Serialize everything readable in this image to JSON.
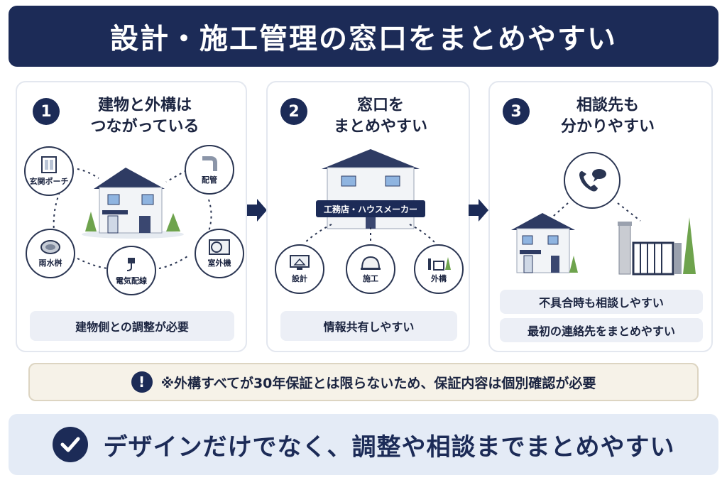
{
  "header": {
    "title": "設計・施工管理の窓口をまとめやすい"
  },
  "steps": [
    {
      "number": "1",
      "title_line1": "建物と外構は",
      "title_line2": "つながっている",
      "nodes": [
        "玄関ポーチ",
        "配管",
        "雨水桝",
        "室外機",
        "電気配線"
      ],
      "pill": "建物側との調整が必要"
    },
    {
      "number": "2",
      "title_line1": "窓口を",
      "title_line2": "まとめやすい",
      "sign": "工務店・ハウスメーカー",
      "nodes": [
        "設計",
        "施工",
        "外構"
      ],
      "pill": "情報共有しやすい"
    },
    {
      "number": "3",
      "title_line1": "相談先も",
      "title_line2": "分かりやすい",
      "pills": [
        "不具合時も相談しやすい",
        "最初の連絡先をまとめやすい"
      ]
    }
  ],
  "note": {
    "icon": "!",
    "text": "※外構すべてが30年保証とは限らないため、保証内容は個別確認が必要"
  },
  "footer": {
    "text": "デザインだけでなく、調整や相談までまとめやすい"
  },
  "colors": {
    "navy": "#1c2b57",
    "pill": "#eceff6",
    "note_bg": "#f6f2e8",
    "footer_bg": "#e4ebf6",
    "green": "#6ea34d"
  }
}
